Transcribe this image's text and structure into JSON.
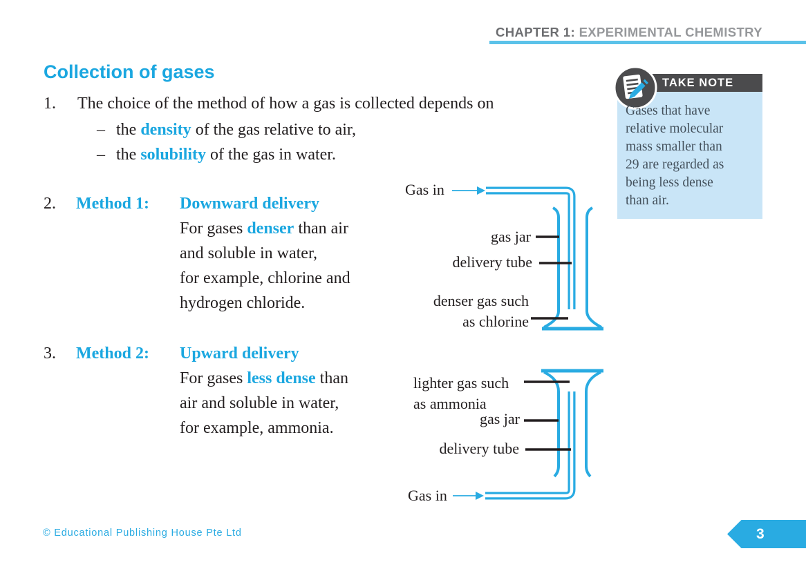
{
  "colors": {
    "accent": "#1ba7e0",
    "line": "#29abe2",
    "underline": "#5bc2e9",
    "hdr_dark": "#6d6e71",
    "hdr_light": "#96989b",
    "bar": "#4b4b4d",
    "notebg": "#c9e5f7",
    "notetext": "#44515c",
    "body": "#231f20",
    "footer": "#2aabe2",
    "badge": "#29abe2"
  },
  "header": {
    "chapter_label": "CHAPTER 1:",
    "chapter_title": "EXPERIMENTAL CHEMISTRY"
  },
  "page": {
    "title": "Collection of gases",
    "number": "3"
  },
  "intro": {
    "number": "1.",
    "line1": "The choice of the method of how a gas is collected depends on",
    "bullets": [
      {
        "dash": "–",
        "pre": "the ",
        "accent": "density",
        "post": " of the gas relative to air,"
      },
      {
        "dash": "–",
        "pre": "the ",
        "accent": "solubility",
        "post": " of the gas in water."
      }
    ]
  },
  "method1": {
    "number": "2.",
    "label": "Method 1:",
    "title": "Downward delivery",
    "line1": {
      "pre": "For gases ",
      "accent": "denser",
      "post": " than air"
    },
    "line2": "and soluble in water,",
    "line3": "for example, chlorine and",
    "line4": "hydrogen chloride."
  },
  "method2": {
    "number": "3.",
    "label": "Method 2:",
    "title": "Upward delivery",
    "line1": {
      "pre": "For gases ",
      "accent": "less dense",
      "post": " than"
    },
    "line2": "air and soluble in water,",
    "line3": "for example, ammonia."
  },
  "take_note": {
    "title": "TAKE NOTE",
    "lines": [
      "Gases that have",
      "relative molecular",
      "mass smaller than",
      "29 are regarded as",
      "being less dense",
      "than air."
    ]
  },
  "diagram_downward": {
    "gas_in_label": "Gas in",
    "jar_label": "gas jar",
    "tube_label": "delivery tube",
    "content_label_line1": "denser gas such",
    "content_label_line2": "as chlorine"
  },
  "diagram_upward": {
    "gas_in_label": "Gas in",
    "content_label_line1": "lighter gas such",
    "content_label_line2": "as ammonia",
    "jar_label": "gas jar",
    "tube_label": "delivery tube"
  },
  "footer": {
    "copyright": "© Educational Publishing House Pte Ltd"
  }
}
